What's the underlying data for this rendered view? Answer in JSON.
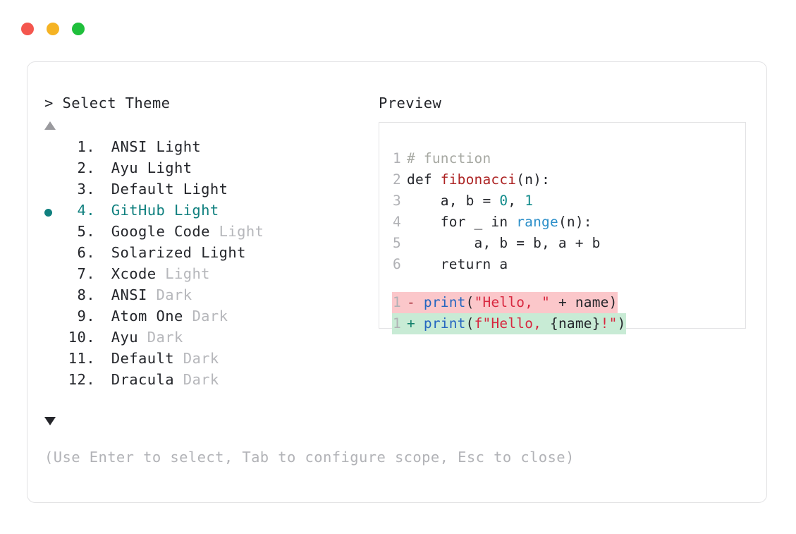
{
  "window": {
    "traffic_lights": [
      {
        "name": "close",
        "color": "#f4564e"
      },
      {
        "name": "minimize",
        "color": "#f5b324"
      },
      {
        "name": "maximize",
        "color": "#1fbf3b"
      }
    ]
  },
  "prompt": {
    "marker": ">",
    "label": "Select Theme",
    "header_text": "> Select Theme"
  },
  "preview": {
    "header": "Preview"
  },
  "scroll": {
    "up_icon": "triangle-up-icon",
    "down_icon": "triangle-down-icon",
    "up_color": "#9a9a9e",
    "down_color": "#25262b"
  },
  "themes": {
    "selected_index": 4,
    "selected_color": "#10807f",
    "muted_color": "#b6b7bb",
    "items": [
      {
        "index": "1.",
        "name": "ANSI",
        "variant": "Light",
        "variant_muted": false,
        "selected": false
      },
      {
        "index": "2.",
        "name": "Ayu",
        "variant": "Light",
        "variant_muted": false,
        "selected": false
      },
      {
        "index": "3.",
        "name": "Default",
        "variant": "Light",
        "variant_muted": false,
        "selected": false
      },
      {
        "index": "4.",
        "name": "GitHub",
        "variant": "Light",
        "variant_muted": false,
        "selected": true
      },
      {
        "index": "5.",
        "name": "Google Code",
        "variant": "Light",
        "variant_muted": true,
        "selected": false
      },
      {
        "index": "6.",
        "name": "Solarized",
        "variant": "Light",
        "variant_muted": false,
        "selected": false
      },
      {
        "index": "7.",
        "name": "Xcode",
        "variant": "Light",
        "variant_muted": true,
        "selected": false
      },
      {
        "index": "8.",
        "name": "ANSI",
        "variant": "Dark",
        "variant_muted": true,
        "selected": false
      },
      {
        "index": "9.",
        "name": "Atom One",
        "variant": "Dark",
        "variant_muted": true,
        "selected": false
      },
      {
        "index": "10.",
        "name": "Ayu",
        "variant": "Dark",
        "variant_muted": true,
        "selected": false
      },
      {
        "index": "11.",
        "name": "Default",
        "variant": "Dark",
        "variant_muted": true,
        "selected": false
      },
      {
        "index": "12.",
        "name": "Dracula",
        "variant": "Dark",
        "variant_muted": true,
        "selected": false
      }
    ]
  },
  "code": {
    "lines": [
      {
        "no": "1",
        "text": "# function"
      },
      {
        "no": "2",
        "text": "def fibonacci(n):"
      },
      {
        "no": "3",
        "text": "    a, b = 0, 1"
      },
      {
        "no": "4",
        "text": "    for _ in range(n):"
      },
      {
        "no": "5",
        "text": "        a, b = b, a + b"
      },
      {
        "no": "6",
        "text": "    return a"
      }
    ],
    "tokens": {
      "comment": "# function",
      "kw_def": "def",
      "fn_name": "fibonacci",
      "num_zero": "0",
      "num_one": "1",
      "kw_for": "for",
      "builtin_range": "range",
      "kw_return": "return"
    }
  },
  "diff": {
    "removed": {
      "line_no": "1",
      "marker": "-",
      "text": "print(\"Hello, \" + name)",
      "call": "print",
      "string": "\"Hello, \"",
      "rest": " + name)",
      "bg": "#fbc7ca",
      "marker_color": "#a32a35"
    },
    "added": {
      "line_no": "1",
      "marker": "+",
      "text": "print(f\"Hello, {name}!\")",
      "call": "print",
      "string_a": "f\"Hello, ",
      "brace": "{name}",
      "string_b": "!\"",
      "paren": ")",
      "bg": "#c8ebd5",
      "marker_color": "#13806c"
    }
  },
  "hint": {
    "text": "(Use Enter to select, Tab to configure scope, Esc to close)"
  }
}
